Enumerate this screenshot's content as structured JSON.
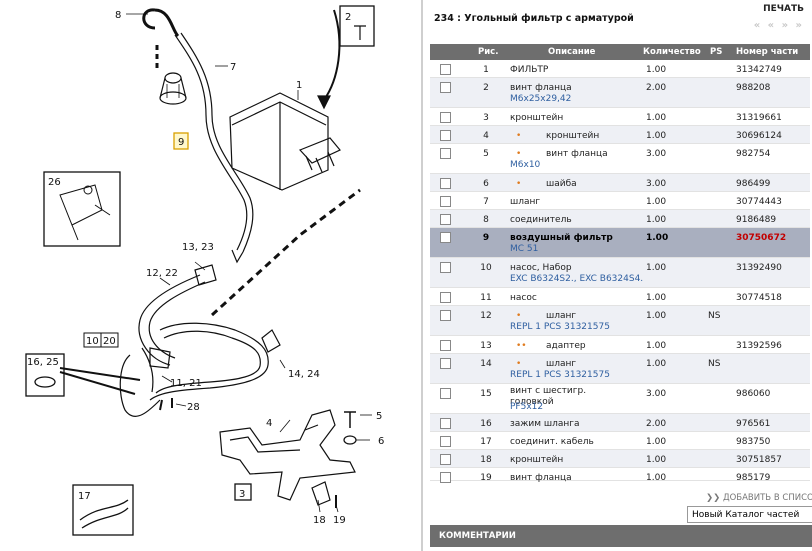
{
  "title": "234 : Угольный фильтр с арматурой",
  "print_label": "ПЕЧАТЬ",
  "nav_arrows": "« « » »",
  "columns": {
    "check": "",
    "pos": "Рис.",
    "desc": "Описание",
    "qty": "Количество",
    "ps": "PS",
    "num": "Номер части"
  },
  "rows": [
    {
      "pos": "1",
      "desc": "ФИЛЬТР",
      "qty": "1.00",
      "ps": "",
      "num": "31342749",
      "note": "",
      "level": 0
    },
    {
      "pos": "2",
      "desc": "винт фланца",
      "qty": "2.00",
      "ps": "",
      "num": "988208",
      "note": "M6x25x29,42",
      "level": 0
    },
    {
      "pos": "3",
      "desc": "кронштейн",
      "qty": "1.00",
      "ps": "",
      "num": "31319661",
      "note": "",
      "level": 0
    },
    {
      "pos": "4",
      "desc": "кронштейн",
      "qty": "1.00",
      "ps": "",
      "num": "30696124",
      "note": "",
      "level": 1
    },
    {
      "pos": "5",
      "desc": "винт фланца",
      "qty": "3.00",
      "ps": "",
      "num": "982754",
      "note": "M6x10",
      "level": 1
    },
    {
      "pos": "6",
      "desc": "шайба",
      "qty": "3.00",
      "ps": "",
      "num": "986499",
      "note": "",
      "level": 1
    },
    {
      "pos": "7",
      "desc": "шланг",
      "qty": "1.00",
      "ps": "",
      "num": "30774443",
      "note": "",
      "level": 0
    },
    {
      "pos": "8",
      "desc": "соединитель",
      "qty": "1.00",
      "ps": "",
      "num": "9186489",
      "note": "",
      "level": 0
    },
    {
      "pos": "9",
      "desc": "воздушный фильтр",
      "qty": "1.00",
      "ps": "",
      "num": "30750672",
      "note": "MC 51",
      "level": 0,
      "selected": true
    },
    {
      "pos": "10",
      "desc": "насос, Набор",
      "qty": "1.00",
      "ps": "",
      "num": "31392490",
      "note": "EXC B6324S2., EXC B6324S4.",
      "level": 0
    },
    {
      "pos": "11",
      "desc": "насос",
      "qty": "1.00",
      "ps": "",
      "num": "30774518",
      "note": "",
      "level": 0
    },
    {
      "pos": "12",
      "desc": "шланг",
      "qty": "1.00",
      "ps": "NS",
      "num": "",
      "note": "REPL 1 PCS 31321575",
      "level": 1
    },
    {
      "pos": "13",
      "desc": "адаптер",
      "qty": "1.00",
      "ps": "",
      "num": "31392596",
      "note": "",
      "level": 2
    },
    {
      "pos": "14",
      "desc": "шланг",
      "qty": "1.00",
      "ps": "NS",
      "num": "",
      "note": "REPL 1 PCS 31321575",
      "level": 1
    },
    {
      "pos": "15",
      "desc": "винт с шестигр. головкой",
      "qty": "3.00",
      "ps": "",
      "num": "986060",
      "note": "PF5x12",
      "level": 0
    },
    {
      "pos": "16",
      "desc": "зажим шланга",
      "qty": "2.00",
      "ps": "",
      "num": "976561",
      "note": "",
      "level": 0
    },
    {
      "pos": "17",
      "desc": "соединит. кабель",
      "qty": "1.00",
      "ps": "",
      "num": "983750",
      "note": "",
      "level": 0
    },
    {
      "pos": "18",
      "desc": "кронштейн",
      "qty": "1.00",
      "ps": "",
      "num": "30751857",
      "note": "",
      "level": 0
    },
    {
      "pos": "19",
      "desc": "винт фланца",
      "qty": "1.00",
      "ps": "",
      "num": "985179",
      "note": "",
      "level": 0
    }
  ],
  "add_to_list": "ДОБАВИТЬ В СПИСОК",
  "catalog_select": "Новый Каталог частей",
  "comments": "КОММЕНТАРИИ",
  "diagram_labels": {
    "l1": "1",
    "l2": "2",
    "l3": "3",
    "l4": "4",
    "l5": "5",
    "l6": "6",
    "l7": "7",
    "l8": "8",
    "l9": "9",
    "l1020a": "10",
    "l1020b": "20",
    "l1121": "11, 21",
    "l1222": "12, 22",
    "l1323": "13, 23",
    "l1424": "14, 24",
    "l1625": "16, 25",
    "l17": "17",
    "l18": "18",
    "l19": "19",
    "l26": "26",
    "l28": "28"
  }
}
